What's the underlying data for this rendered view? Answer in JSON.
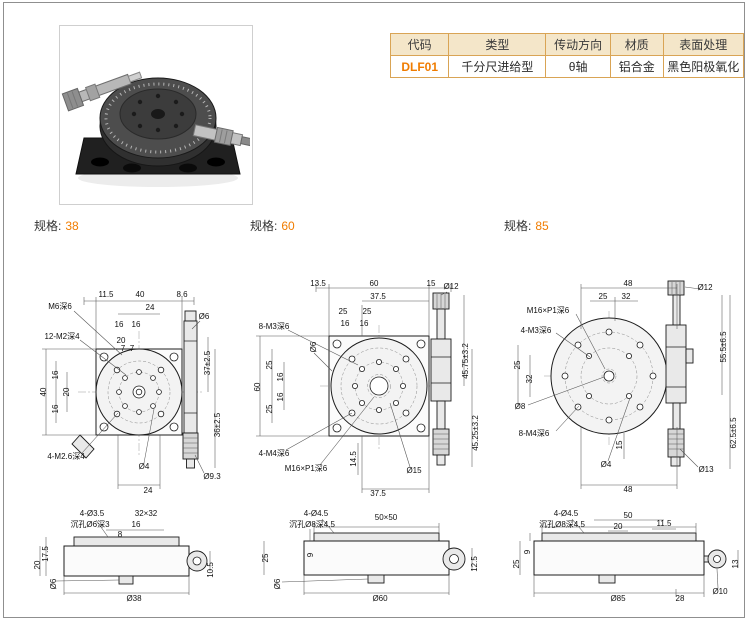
{
  "theme": {
    "accent_orange": "#f07c00",
    "table_border": "#d9a455",
    "table_header_bg": "#f4e6c9"
  },
  "table": {
    "headers": [
      "代码",
      "类型",
      "传动方向",
      "材质",
      "表面处理"
    ],
    "row": [
      "DLF01",
      "千分尺进给型",
      "θ轴",
      "铝合金",
      "黑色阳极氧化"
    ]
  },
  "sections": [
    {
      "title_label": "规格:",
      "size": "38",
      "top_labels": [
        "M6深6",
        "11.5",
        "40",
        "8.6",
        "24",
        "Ø6",
        "16",
        "16",
        "12-M2深4",
        "20",
        "7",
        "7",
        "40",
        "16",
        "16",
        "20",
        "37±2.5",
        "36±2.5",
        "4-M2.6深4",
        "Ø4",
        "Ø9.3",
        "24"
      ],
      "side_labels": [
        "4-Ø3.5",
        "沉孔Ø6深3",
        "32×32",
        "16",
        "8",
        "17.5",
        "20",
        "Ø6",
        "Ø38",
        "10.5"
      ]
    },
    {
      "title_label": "规格:",
      "size": "60",
      "top_labels": [
        "13.5",
        "60",
        "15",
        "37.5",
        "Ø12",
        "8-M3深6",
        "25",
        "25",
        "16",
        "16",
        "Ø6",
        "60",
        "25",
        "16",
        "16",
        "25",
        "45.75±3.2",
        "45.25±3.2",
        "4-M4深6",
        "M16×P1深6",
        "14.5",
        "Ø15",
        "37.5"
      ],
      "side_labels": [
        "4-Ø4.5",
        "沉孔Ø8深4.5",
        "50×50",
        "25",
        "9",
        "Ø6",
        "Ø60",
        "12.5"
      ]
    },
    {
      "title_label": "规格:",
      "size": "85",
      "top_labels": [
        "48",
        "25",
        "32",
        "Ø12",
        "M16×P1深6",
        "4-M3深6",
        "25",
        "32",
        "Ø8",
        "8-M4深6",
        "55.5±6.5",
        "62.5±6.5",
        "15",
        "Ø4",
        "Ø13",
        "48"
      ],
      "side_labels": [
        "4-Ø4.5",
        "沉孔Ø8深4.5",
        "50",
        "20",
        "11.5",
        "9",
        "25",
        "Ø85",
        "28",
        "Ø10",
        "13"
      ]
    }
  ]
}
